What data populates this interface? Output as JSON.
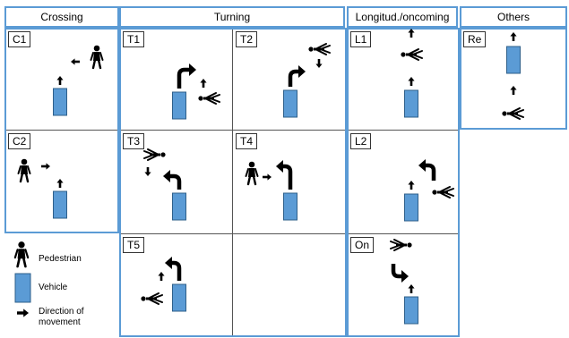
{
  "headers": {
    "crossing": "Crossing",
    "turning": "Turning",
    "longitudinal": "Longitud./oncoming",
    "others": "Others"
  },
  "cells": {
    "c1": "C1",
    "c2": "C2",
    "t1": "T1",
    "t2": "T2",
    "t3": "T3",
    "t4": "T4",
    "t5": "T5",
    "l1": "L1",
    "l2": "L2",
    "on": "On",
    "re": "Re"
  },
  "legend": {
    "pedestrian": "Pedestrian",
    "vehicle": "Vehicle",
    "direction": "Direction of movement"
  },
  "colors": {
    "frame": "#5b9bd5",
    "vehicle_fill": "#5b9bd5",
    "vehicle_stroke": "#2e5f8a"
  }
}
